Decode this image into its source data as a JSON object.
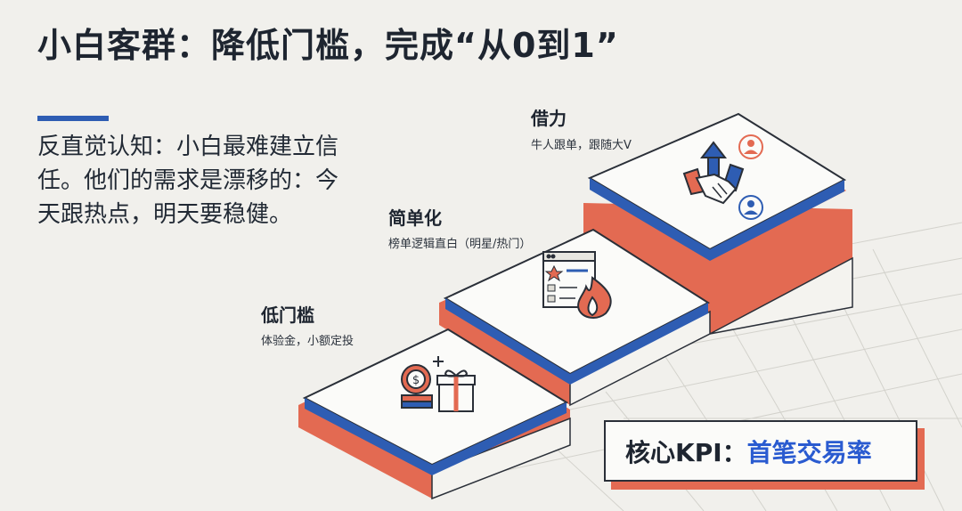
{
  "title": "小白客群：降低门槛，完成“从0到1”",
  "insight": "反直觉认知：小白最难建立信任。他们的需求是漂移的：今天跟热点，明天要稳健。",
  "steps": [
    {
      "title": "低门槛",
      "desc": "体验金，小额定投",
      "icon": "coin-gift-icon"
    },
    {
      "title": "简单化",
      "desc": "榜单逻辑直白（明星/热门）",
      "icon": "ranking-list-fire-icon"
    },
    {
      "title": "借力",
      "desc": "牛人跟单，跟随大V",
      "icon": "handshake-follow-icon"
    }
  ],
  "kpi": {
    "label": "核心KPI：",
    "value": "首笔交易率"
  },
  "colors": {
    "blue": "#2e5db3",
    "orange": "#e36a52",
    "dark": "#1e2530",
    "kpi_value": "#2a5bd0"
  }
}
